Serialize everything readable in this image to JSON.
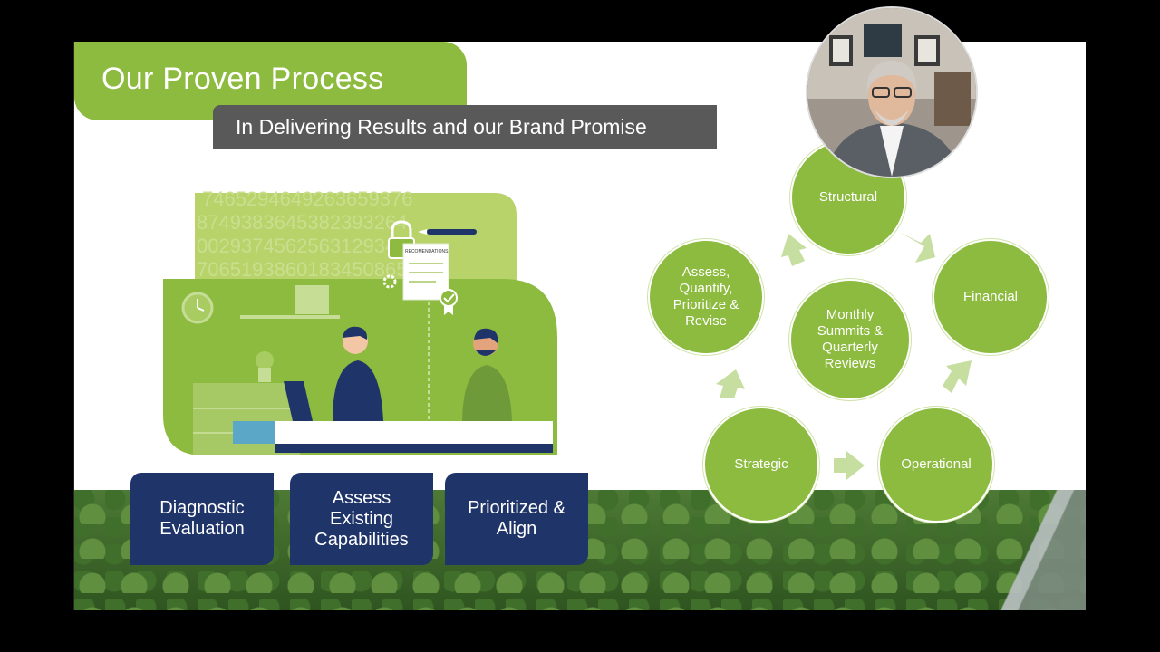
{
  "slide": {
    "title": "Our Proven Process",
    "subtitle": "In Delivering Results and our Brand Promise"
  },
  "illustration": {
    "paper_label": "RECOMENDATIONS",
    "background_numbers": "746529464926365937687493836453823932640029374562563"
  },
  "steps": [
    {
      "label": "Diagnostic Evaluation"
    },
    {
      "label": "Assess Existing Capabilities"
    },
    {
      "label": "Prioritized & Align"
    }
  ],
  "cycle": {
    "center": "Monthly Summits & Quarterly Reviews",
    "nodes": [
      {
        "label": "Structural"
      },
      {
        "label": "Financial"
      },
      {
        "label": "Operational"
      },
      {
        "label": "Strategic"
      },
      {
        "label": "Assess, Quantify, Prioritize & Revise"
      }
    ]
  },
  "colors": {
    "brand_green": "#8dbb3f",
    "navy": "#1f3468",
    "gray": "#595959"
  },
  "icons": [
    "clock-icon",
    "lock-icon",
    "pen-icon",
    "gear-icon",
    "checkmark-badge-icon",
    "plant-icon",
    "laptop-icon",
    "presenter-video"
  ]
}
